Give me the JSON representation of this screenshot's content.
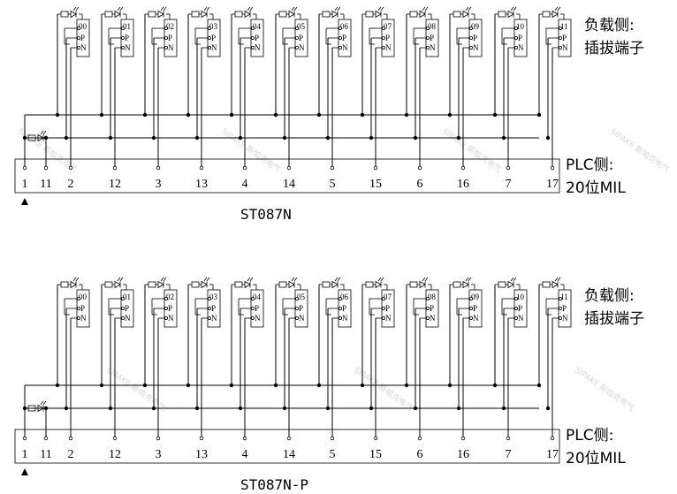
{
  "diagrams": [
    {
      "model": "ST087N",
      "load_side": [
        "负载侧:",
        "插拔端子"
      ],
      "plc_side": [
        "PLC侧:",
        "20位MIL"
      ],
      "channels": [
        "00",
        "01",
        "02",
        "03",
        "04",
        "05",
        "06",
        "07",
        "08",
        "09",
        "10",
        "11"
      ],
      "relay_pins": [
        "P",
        "N"
      ],
      "plc_pins": [
        "1",
        "11",
        "2",
        "12",
        "3",
        "13",
        "4",
        "14",
        "5",
        "15",
        "6",
        "16",
        "7",
        "17"
      ]
    },
    {
      "model": "ST087N-P",
      "load_side": [
        "负载侧:",
        "插拔端子"
      ],
      "plc_side": [
        "PLC侧:",
        "20位MIL"
      ],
      "channels": [
        "00",
        "01",
        "02",
        "03",
        "04",
        "05",
        "06",
        "07",
        "08",
        "09",
        "10",
        "11"
      ],
      "relay_pins": [
        "P",
        "N"
      ],
      "plc_pins": [
        "1",
        "11",
        "2",
        "12",
        "3",
        "13",
        "4",
        "14",
        "5",
        "15",
        "6",
        "16",
        "7",
        "17"
      ]
    }
  ],
  "watermark": "SIPAKE 斯帕克电气",
  "icons": [
    "led-diode-icon",
    "start-triangle-icon"
  ]
}
